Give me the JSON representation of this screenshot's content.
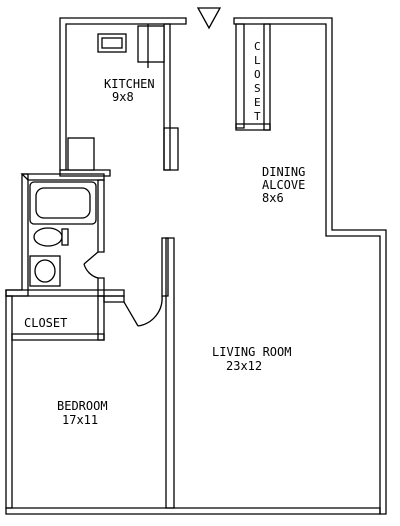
{
  "rooms": {
    "kitchen": {
      "name": "KITCHEN",
      "size": "9x8"
    },
    "dining": {
      "name_line1": "DINING",
      "name_line2": "ALCOVE",
      "size": "8x6"
    },
    "living": {
      "name": "LIVING ROOM",
      "size": "23x12"
    },
    "bedroom": {
      "name": "BEDROOM",
      "size": "17x11"
    },
    "closet_hall": {
      "name": "CLOSET"
    },
    "closet_top": {
      "letters": [
        "C",
        "L",
        "O",
        "S",
        "E",
        "T"
      ]
    }
  },
  "colors": {
    "line": "#000000",
    "background": "#ffffff",
    "fill": "#ffffff"
  }
}
